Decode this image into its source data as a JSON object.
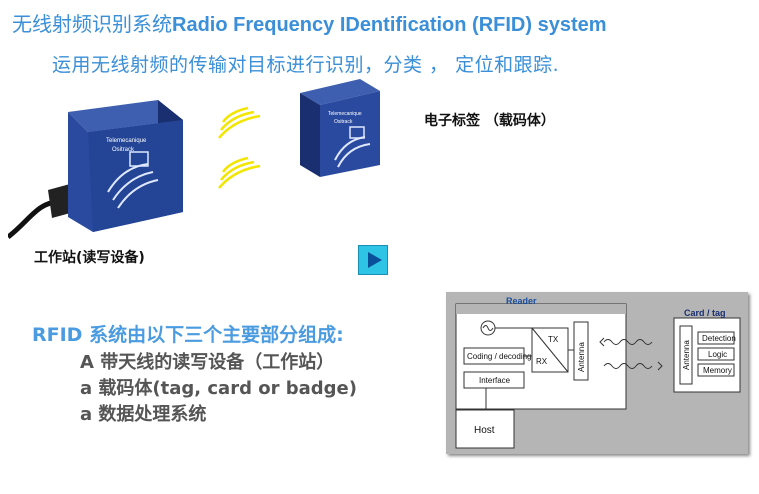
{
  "title": {
    "cn": "无线射频识别系统",
    "en": "Radio Frequency IDentification (RFID) system"
  },
  "subtitle": "运用无线射频的传输对目标进行识别，分类 ，  定位和跟踪.",
  "labels": {
    "tag": "电子标签 （载码体）",
    "reader": "工作站(读写设备)"
  },
  "list": {
    "heading": "RFID 系统由以下三个主要部分组成:",
    "items": [
      "A 带天线的读写设备（工作站）",
      "a 载码体(tag, card or badge)",
      "a 数据处理系统"
    ]
  },
  "device_text": {
    "brand": "Telemecanique",
    "model_left": "Ositrack",
    "model_right": "Ositrack"
  },
  "diagram": {
    "reader_title": "Reader",
    "card_title": "Card / tag",
    "coding": "Coding / decoding",
    "interface": "Interface",
    "tx": "TX",
    "rx": "RX",
    "antenna": "Antenna",
    "card_antenna": "Antenna",
    "detection": "Detection",
    "logic": "Logic",
    "memory": "Memory",
    "host": "Host"
  },
  "colors": {
    "title": "#3a8fd8",
    "device_blue": "#1f3f8f",
    "waves": "#f2e600"
  },
  "icons": [
    "play-icon"
  ]
}
